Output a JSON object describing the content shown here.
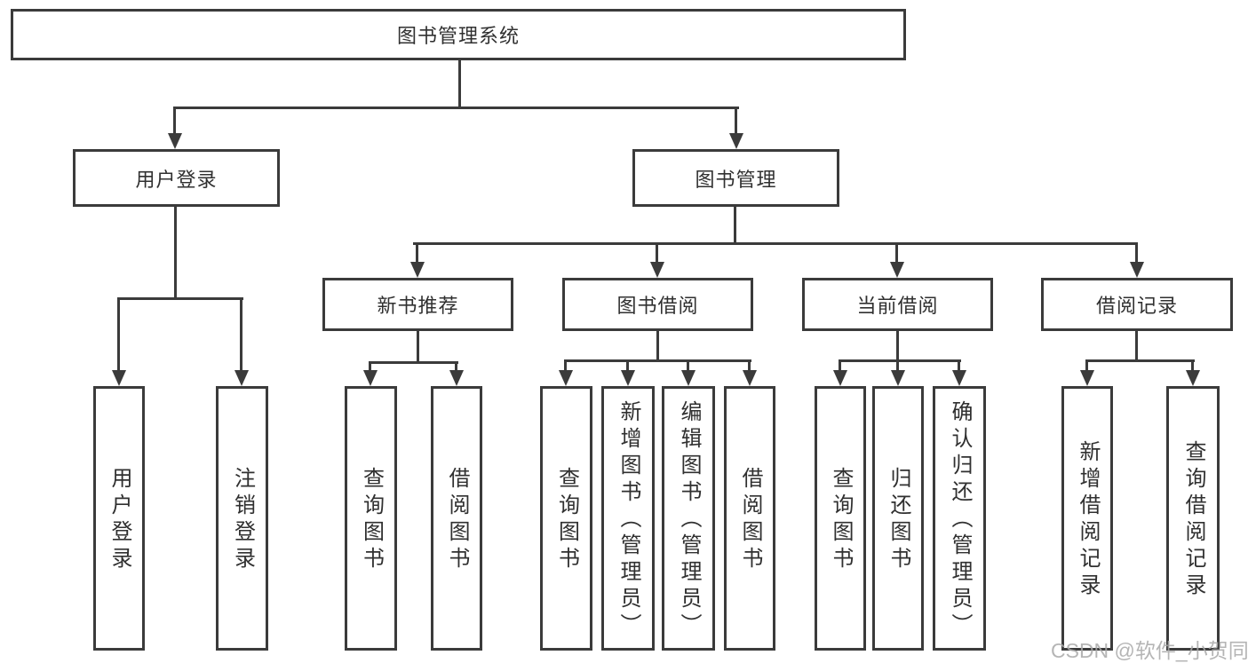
{
  "tree": {
    "root": {
      "label": "图书管理系统",
      "children": [
        {
          "label": "用户登录",
          "children": [
            {
              "label": "用户登录"
            },
            {
              "label": "注销登录"
            }
          ]
        },
        {
          "label": "图书管理",
          "children": [
            {
              "label": "新书推荐",
              "children": [
                {
                  "label": "查询图书"
                },
                {
                  "label": "借阅图书"
                }
              ]
            },
            {
              "label": "图书借阅",
              "children": [
                {
                  "label": "查询图书"
                },
                {
                  "label": "新增图书（管理员）"
                },
                {
                  "label": "编辑图书（管理员）"
                },
                {
                  "label": "借阅图书"
                }
              ]
            },
            {
              "label": "当前借阅",
              "children": [
                {
                  "label": "查询图书"
                },
                {
                  "label": "归还图书"
                },
                {
                  "label": "确认归还（管理员）"
                }
              ]
            },
            {
              "label": "借阅记录",
              "children": [
                {
                  "label": "新增借阅记录"
                },
                {
                  "label": "查询借阅记录"
                }
              ]
            }
          ]
        }
      ]
    }
  },
  "watermark": "CSDN @软件_小贺同学",
  "colors": {
    "line": "#3b3b3b",
    "text": "#303030",
    "watermark": "#a9a9a9"
  }
}
